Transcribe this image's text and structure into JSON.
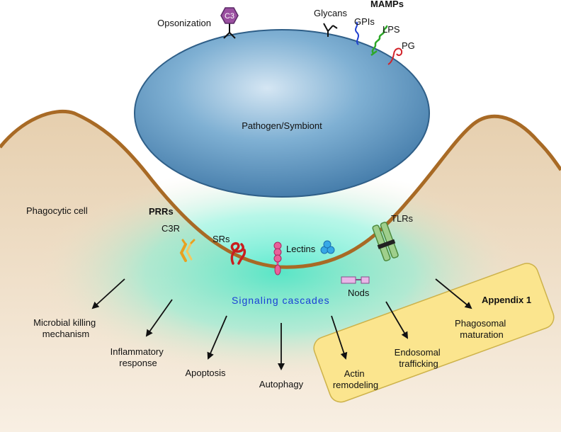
{
  "pathogen": {
    "label": "Pathogen/Symbiont"
  },
  "opsonization": {
    "label": "Opsonization",
    "complement_label": "C3"
  },
  "mamps": {
    "title": "MAMPs",
    "glycans": "Glycans",
    "gpis": "GPIs",
    "lps": "LPS",
    "pg": "PG"
  },
  "cell": {
    "label": "Phagocytic cell"
  },
  "prrs": {
    "title": "PRRs",
    "c3r": "C3R",
    "srs": "SRs",
    "lectins": "Lectins",
    "tlrs": "TLRs",
    "nods": "Nods"
  },
  "signaling": {
    "label": "Signaling cascades"
  },
  "appendix": {
    "title": "Appendix 1"
  },
  "outcomes": {
    "microbial": [
      "Microbial killing",
      "mechanism"
    ],
    "inflammatory": [
      "Inflammatory",
      "response"
    ],
    "apoptosis": "Apoptosis",
    "autophagy": "Autophagy",
    "actin": [
      "Actin",
      "remodeling"
    ],
    "endosomal": [
      "Endosomal",
      "trafficking"
    ],
    "phagosomal": [
      "Phagosomal",
      "maturation"
    ]
  },
  "colors": {
    "cell_fill": "#f4e2ca",
    "membrane": "#a86a25",
    "pathogen": "#5b92bd",
    "signal_glow": "#3ee6c6",
    "appendix_fill": "#fbe58e",
    "appendix_stroke": "#cdb24a",
    "signal_text": "#1a3fd6"
  }
}
